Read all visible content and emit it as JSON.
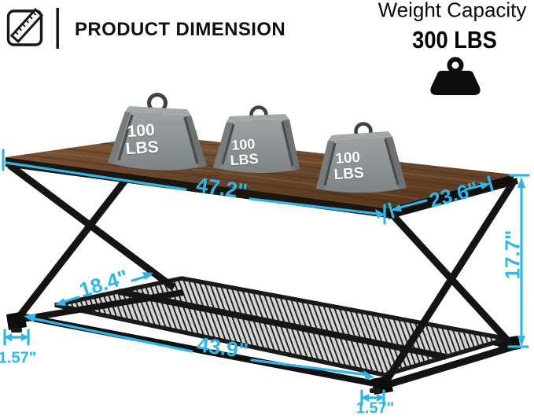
{
  "header": {
    "title": "PRODUCT DIMENSION"
  },
  "capacity": {
    "label": "Weight Capacity",
    "value": "300 LBS"
  },
  "weights": [
    {
      "value": "100",
      "unit": "LBS"
    },
    {
      "value": "100",
      "unit": "LBS"
    },
    {
      "value": "100",
      "unit": "LBS"
    }
  ],
  "dimensions": {
    "table_length": "47.2\"",
    "table_depth": "23.6\"",
    "table_height": "17.7\"",
    "shelf_depth": "18.4\"",
    "base_length": "43.9\"",
    "left_foot_width": "1.57\"",
    "right_foot_width": "1.57\""
  },
  "icons": [
    "ruler-icon",
    "weight-icon"
  ],
  "colors": {
    "accent": "#2fb5e8",
    "wood": "#6e4a2e",
    "frame": "#141414",
    "weight_gray": "#8e9293",
    "mesh": "#d5d7d7"
  }
}
